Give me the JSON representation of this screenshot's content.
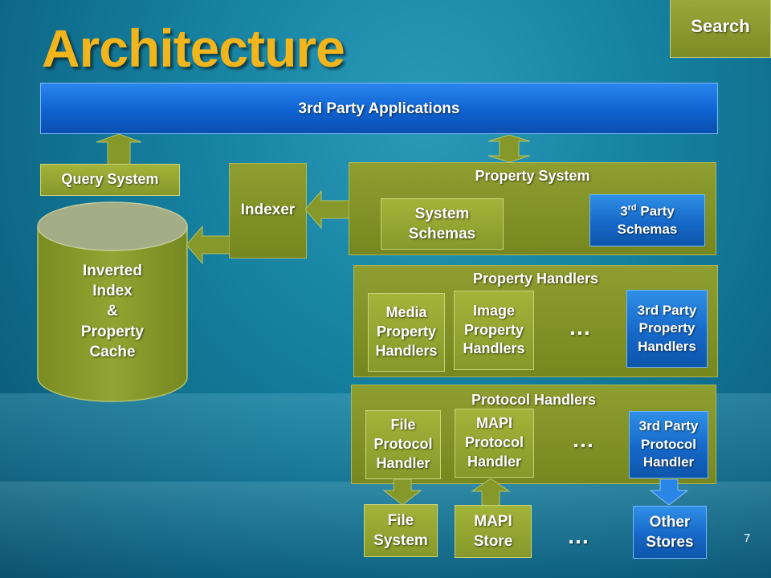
{
  "title": "Architecture",
  "search_label": "Search",
  "apps_label": "3rd Party Applications",
  "query_system": "Query System",
  "indexer": "Indexer",
  "inverted_index": [
    "Inverted",
    "Index",
    "&",
    "Property",
    "Cache"
  ],
  "property_system": {
    "label": "Property System",
    "system_schemas": [
      "System",
      "Schemas"
    ],
    "third_party_schemas_base": "3",
    "third_party_schemas_sup": "rd",
    "third_party_schemas_rest": " Party",
    "third_party_schemas_line2": "Schemas"
  },
  "property_handlers": {
    "label": "Property Handlers",
    "media": [
      "Media",
      "Property",
      "Handlers"
    ],
    "image": [
      "Image",
      "Property",
      "Handlers"
    ],
    "ellipsis": "…",
    "third_party": [
      "3rd Party",
      "Property",
      "Handlers"
    ]
  },
  "protocol_handlers": {
    "label": "Protocol Handlers",
    "file": [
      "File",
      "Protocol",
      "Handler"
    ],
    "mapi": [
      "MAPI",
      "Protocol",
      "Handler"
    ],
    "ellipsis": "…",
    "third_party": [
      "3rd Party",
      "Protocol",
      "Handler"
    ]
  },
  "stores": {
    "file_system": [
      "File",
      "System"
    ],
    "mapi_store": [
      "MAPI",
      "Store"
    ],
    "ellipsis": "…",
    "other_stores": [
      "Other",
      "Stores"
    ]
  },
  "page_number": "7",
  "colors": {
    "title": "#f2b51c",
    "olive": "#86982a",
    "blue": "#1668c8",
    "background": "#15809f"
  }
}
